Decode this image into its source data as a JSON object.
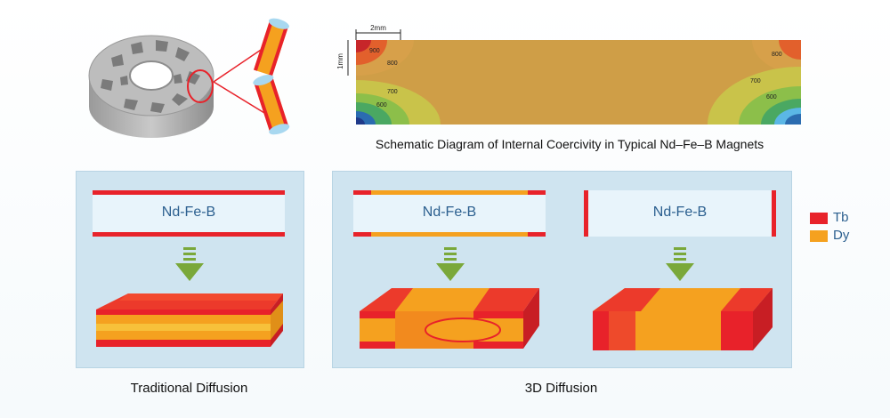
{
  "top": {
    "coercivity_caption": "Schematic Diagram of Internal Coercivity in Typical Nd–Fe–B Magnets",
    "dimension_labels": {
      "width": "2mm",
      "height": "1mm"
    },
    "contour_labels": [
      "900",
      "800",
      "700",
      "600",
      "800",
      "700",
      "600"
    ]
  },
  "panels": {
    "traditional": {
      "magnet_label": "Nd-Fe-B",
      "caption": "Traditional Diffusion"
    },
    "three_d": {
      "magnet_label_a": "Nd-Fe-B",
      "magnet_label_b": "Nd-Fe-B",
      "caption": "3D Diffusion"
    }
  },
  "legend": {
    "items": [
      {
        "label": "Tb",
        "color": "#e8222a"
      },
      {
        "label": "Dy",
        "color": "#f5a11f"
      }
    ]
  },
  "colors": {
    "tb_red": "#e8222a",
    "dy_orange": "#f5a11f",
    "panel_bg": "#cfe4f0",
    "arrow_green": "#7aa83a",
    "coercivity_field": "#cf9e47"
  }
}
